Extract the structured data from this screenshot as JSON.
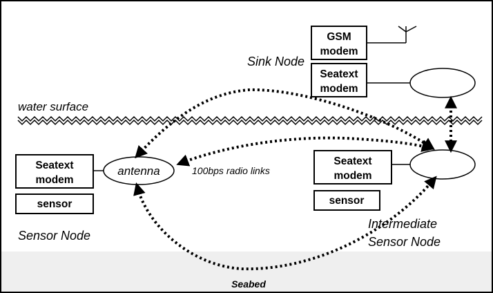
{
  "labels": {
    "sink_node": "Sink Node",
    "water_surface": "water surface",
    "sensor_node": "Sensor Node",
    "intermediate_line1": "Intermediate",
    "intermediate_line2": "Sensor Node",
    "radio_links": "100bps radio links",
    "seabed": "Seabed",
    "antenna": "antenna"
  },
  "sink": {
    "gsm_line1": "GSM",
    "gsm_line2": "modem",
    "seatext_line1": "Seatext",
    "seatext_line2": "modem"
  },
  "sensor_node": {
    "seatext_line1": "Seatext",
    "seatext_line2": "modem",
    "sensor": "sensor"
  },
  "intermediate_node": {
    "seatext_line1": "Seatext",
    "seatext_line2": "modem",
    "sensor": "sensor"
  },
  "colors": {
    "seabed": "#efefef",
    "stroke": "#000000",
    "background": "#ffffff"
  }
}
